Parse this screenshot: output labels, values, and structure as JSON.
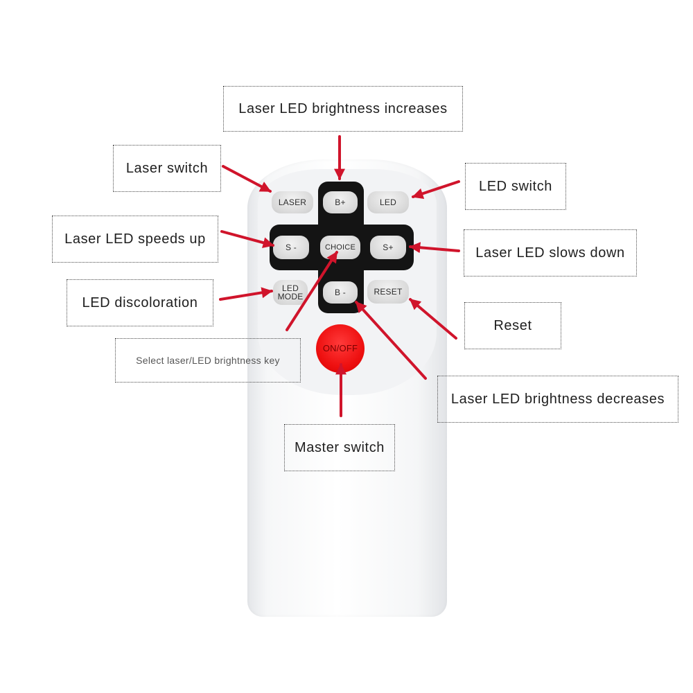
{
  "colors": {
    "arrow": "#d0142b",
    "pad": "#141414",
    "power": "#ee1010"
  },
  "buttons": {
    "laser": "LASER",
    "b_plus": "B+",
    "led": "LED",
    "s_minus": "S -",
    "choice": "CHOICE",
    "s_plus": "S+",
    "led_mode": "LED MODE",
    "b_minus": "B -",
    "reset": "RESET",
    "on_off": "ON/OFF"
  },
  "callouts": {
    "brightness_increases": "Laser LED brightness increases",
    "laser_switch": "Laser switch",
    "led_switch": "LED switch",
    "speeds_up": "Laser LED speeds up",
    "slows_down": "Laser LED slows down",
    "discoloration": "LED discoloration",
    "reset": "Reset",
    "select_key": "Select laser/LED brightness key",
    "brightness_decreases": "Laser LED brightness decreases",
    "master_switch": "Master switch"
  }
}
